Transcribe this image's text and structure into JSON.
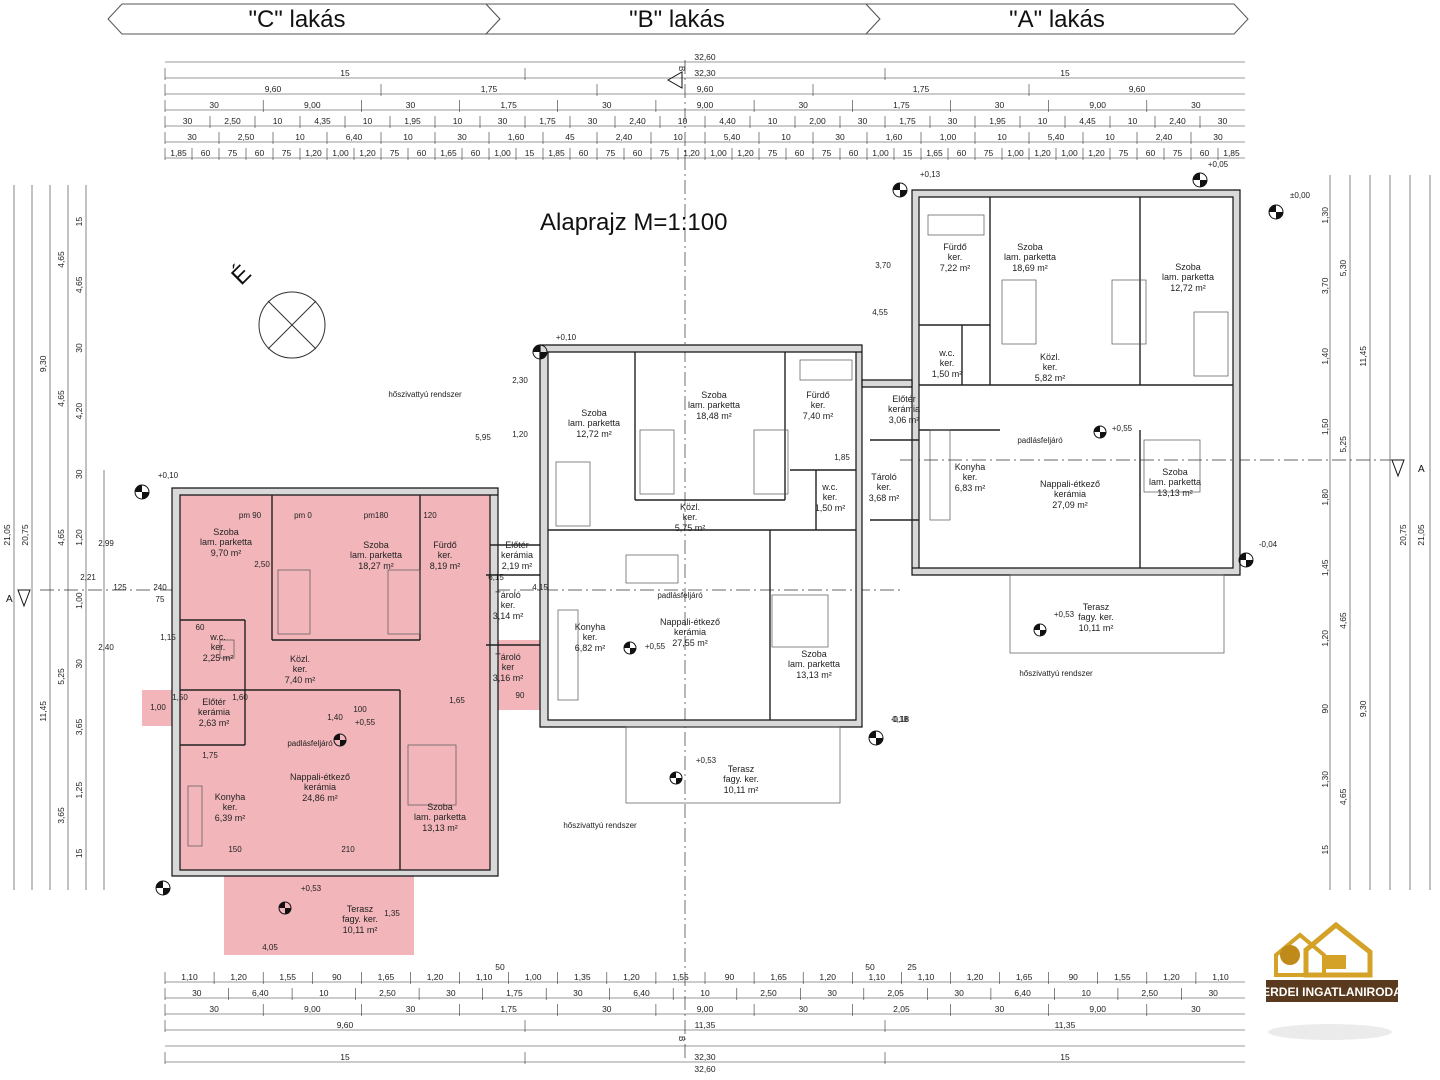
{
  "headers": [
    "\"C\" lakás",
    "\"B\" lakás",
    "\"A\" lakás"
  ],
  "title": "Alaprajz  M=1:100",
  "north_label": "É",
  "logo_text": "ERDEI INGATLANIRODA",
  "colors": {
    "highlight": "#f2b5ba",
    "logo_brown": "#5a3a1e",
    "logo_gold": "#d4a227"
  },
  "dims_top": {
    "total": "32,60",
    "r1": [
      "15",
      "32,30",
      "15"
    ],
    "r2": [
      "9,60",
      "1,75",
      "9,60",
      "1,75",
      "9,60"
    ],
    "r3": [
      "30",
      "9,00",
      "30",
      "1,75",
      "30",
      "9,00",
      "30",
      "1,75",
      "30",
      "9,00",
      "30"
    ],
    "r4": [
      "30",
      "2,50",
      "10",
      "4,35",
      "10",
      "1,95",
      "10",
      "30",
      "1,75",
      "30",
      "2,40",
      "10",
      "4,40",
      "10",
      "2,00",
      "30",
      "1,75",
      "30",
      "1,95",
      "10",
      "4,45",
      "10",
      "2,40",
      "30"
    ],
    "r5": [
      "30",
      "2,50",
      "10",
      "6,40",
      "10",
      "30",
      "1,60",
      "45",
      "2,40",
      "10",
      "5,40",
      "10",
      "30",
      "1,60",
      "1,00",
      "10",
      "5,40",
      "10",
      "2,40",
      "30"
    ],
    "r6": [
      "1,85",
      "60",
      "75",
      "60",
      "75",
      "1,20",
      "1,00",
      "1,20",
      "75",
      "60",
      "1,65",
      "60",
      "1,00",
      "15",
      "1,85",
      "60",
      "75",
      "60",
      "75",
      "1,20",
      "1,00",
      "1,20",
      "75",
      "60",
      "75",
      "60",
      "1,00",
      "15",
      "1,65",
      "60",
      "75",
      "1,00",
      "1,20",
      "1,00",
      "1,20",
      "75",
      "60",
      "75",
      "60",
      "1,85"
    ]
  },
  "dims_bottom": {
    "total": "32,60",
    "r1": [
      "15",
      "32,30",
      "15"
    ],
    "r2": [
      "9,60",
      "11,35",
      "11,35"
    ],
    "r3": [
      "30",
      "9,00",
      "30",
      "1,75",
      "30",
      "9,00",
      "30",
      "2,05",
      "30",
      "9,00",
      "30"
    ],
    "r4": [
      "30",
      "6,40",
      "10",
      "2,50",
      "30",
      "1,75",
      "30",
      "6,40",
      "10",
      "2,50",
      "30",
      "2,05",
      "30",
      "6,40",
      "10",
      "2,50",
      "30"
    ],
    "r5": [
      "1,10",
      "1,20",
      "1,55",
      "90",
      "1,65",
      "1,20",
      "1,10",
      "1,00",
      "1,35",
      "1,20",
      "1,55",
      "90",
      "1,65",
      "1,20",
      "1,10",
      "1,10",
      "1,20",
      "1,65",
      "90",
      "1,55",
      "1,20",
      "1,10"
    ],
    "extra": [
      "50",
      "50",
      "25"
    ]
  },
  "dims_left": {
    "outer": "21,05",
    "second": "20,75",
    "third": [
      "9,30",
      "11,45"
    ],
    "fourth": [
      "4,65",
      "4,65",
      "4,65",
      "5,25",
      "3,65"
    ],
    "fifth": [
      "15",
      "4,65",
      "30",
      "4,20",
      "30",
      "1,20",
      "1,00",
      "30",
      "3,65",
      "1,25",
      "15"
    ]
  },
  "dims_right": {
    "outer": "21,05",
    "second": "20,75",
    "third": [
      "11,45",
      "9,30"
    ],
    "fourth": [
      "5,30",
      "5,25",
      "4,65",
      "4,65"
    ],
    "fifth": [
      "1,30",
      "3,70",
      "1,40",
      "1,50",
      "1,80",
      "1,45",
      "1,20",
      "90",
      "1,30",
      "15"
    ]
  },
  "levels": [
    "±0,00",
    "+0,10",
    "+0,10",
    "+0,13",
    "+0,05",
    "-0,04",
    "-0,18"
  ],
  "rooms": [
    {
      "name": "Szoba",
      "sub": "lam. parketta",
      "area": "9,70 m²"
    },
    {
      "name": "Szoba",
      "sub": "lam. parketta",
      "area": "18,27 m²"
    },
    {
      "name": "Fürdő",
      "sub": "ker.",
      "area": "8,19 m²"
    },
    {
      "name": "Előtér",
      "sub": "kerámia",
      "area": "2,19 m²"
    },
    {
      "name": "Tároló",
      "sub": "ker.",
      "area": "3,14 m²"
    },
    {
      "name": "Tároló",
      "sub": "ker",
      "area": "3,16 m²"
    },
    {
      "name": "w.c.",
      "sub": "ker.",
      "area": "2,25 m²"
    },
    {
      "name": "Közl.",
      "sub": "ker.",
      "area": "7,40 m²"
    },
    {
      "name": "Előtér",
      "sub": "kerámia",
      "area": "2,63 m²"
    },
    {
      "name": "Konyha",
      "sub": "ker.",
      "area": "6,39 m²"
    },
    {
      "name": "Nappali-étkező",
      "sub": "kerámia",
      "area": "24,86 m²"
    },
    {
      "name": "Szoba",
      "sub": "lam. parketta",
      "area": "13,13 m²"
    },
    {
      "name": "Terasz",
      "sub": "fagy. ker.",
      "area": "10,11 m²"
    },
    {
      "name": "Szoba",
      "sub": "lam. parketta",
      "area": "12,72 m²"
    },
    {
      "name": "Szoba",
      "sub": "lam. parketta",
      "area": "18,48 m²"
    },
    {
      "name": "Fürdő",
      "sub": "ker.",
      "area": "7,40 m²"
    },
    {
      "name": "Közl.",
      "sub": "ker.",
      "area": "5,75 m²"
    },
    {
      "name": "w.c.",
      "sub": "ker.",
      "area": "1,50 m²"
    },
    {
      "name": "Konyha",
      "sub": "ker.",
      "area": "6,82 m²"
    },
    {
      "name": "Nappali-étkező",
      "sub": "kerámia",
      "area": "27,55 m²"
    },
    {
      "name": "Szoba",
      "sub": "lam. parketta",
      "area": "13,13 m²"
    },
    {
      "name": "Terasz",
      "sub": "fagy. ker.",
      "area": "10,11 m²"
    },
    {
      "name": "Fürdő",
      "sub": "ker.",
      "area": "7,22 m²"
    },
    {
      "name": "Szoba",
      "sub": "lam. parketta",
      "area": "18,69 m²"
    },
    {
      "name": "Szoba",
      "sub": "lam. parketta",
      "area": "12,72 m²"
    },
    {
      "name": "w.c.",
      "sub": "ker.",
      "area": "1,50 m²"
    },
    {
      "name": "Közl.",
      "sub": "ker.",
      "area": "5,82 m²"
    },
    {
      "name": "Előtér",
      "sub": "kerámia",
      "area": "3,06 m²"
    },
    {
      "name": "Tároló",
      "sub": "ker.",
      "area": "3,68 m²"
    },
    {
      "name": "Konyha",
      "sub": "ker.",
      "area": "6,83 m²"
    },
    {
      "name": "Nappali-étkező",
      "sub": "kerámia",
      "area": "27,09 m²"
    },
    {
      "name": "Szoba",
      "sub": "lam. parketta",
      "area": "13,13 m²"
    },
    {
      "name": "Terasz",
      "sub": "fagy. ker.",
      "area": "10,11 m²"
    }
  ],
  "annotations": [
    "hőszivattyú rendszer",
    "hőszivattyú rendszer",
    "hőszivattyú rendszer",
    "padlásfeljáró",
    "padlásfeljáró",
    "padlásfeljáró",
    "+0,55",
    "+0,55",
    "+0,55",
    "+0,53",
    "+0,53",
    "+0,53"
  ],
  "section_marks": [
    "A",
    "A",
    "B",
    "B"
  ],
  "window_labels": [
    "pm 90",
    "pm 0",
    "pm180",
    "120",
    "150",
    "210",
    "90",
    "240",
    "75",
    "60",
    "100",
    "125",
    "1,15",
    "1,00",
    "1,60",
    "1,40",
    "1,75",
    "1,65",
    "1,50",
    "4,15",
    "4,05",
    "1,35",
    "2,50",
    "3,70",
    "5,95",
    "6,15",
    "2,40",
    "2,99",
    "2,21",
    "2,30",
    "1,20",
    "4,55",
    "1,85",
    "0,18"
  ]
}
